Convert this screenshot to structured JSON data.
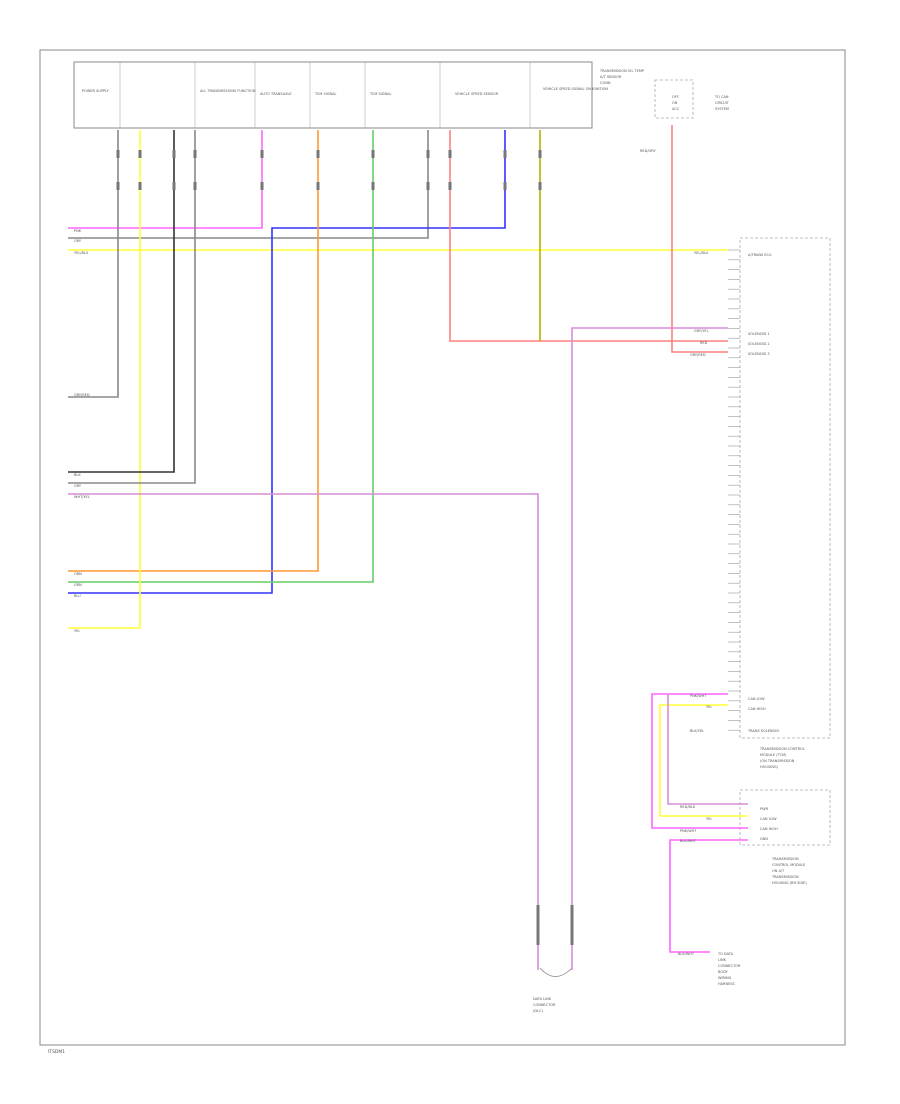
{
  "footer_code": "ITSDM1",
  "components": {
    "main_connector": {
      "sections": [
        "POWER SUPPLY",
        "",
        "ALL TRANSMISSIONS FUNCTION",
        "AUTO TRANSAXLE",
        "TCM SIGNAL",
        "TCM SIGNAL",
        "",
        "VEHICLE SPEED SENSOR",
        "VEHICLE SPEED SIGNAL ON IGNITION"
      ]
    },
    "top_right_box": {
      "title": "TRANSMISSION OIL TEMP",
      "lines": [
        "A/T SENSOR",
        "CONN"
      ]
    },
    "relay_labels": [
      "OFF",
      "ON",
      "ACC"
    ],
    "relay_side": [
      "TO CAN",
      "CIRCUIT",
      "SYSTEM"
    ],
    "tcm_title": "A/TRANS ECU",
    "tcm_pins_lower": [
      "CAN LOW",
      "CAN HIGH",
      "",
      "TRANS SOLENOID"
    ],
    "tcm_pins_mid": [
      "SOLENOID 1",
      "SOLENOID 2",
      "SOLENOID 3"
    ],
    "tcm_caption": [
      "TRANSMISSION CONTROL",
      "MODULE (TCM)",
      "(ON TRANSMISSION",
      "HOUSING)"
    ],
    "module2_pins": [
      "PWR",
      "CAN LOW",
      "CAN HIGH",
      "GND"
    ],
    "module2_caption": [
      "TRANSMISSION",
      "CONTROL MODULE",
      "ON A/T",
      "TRANSMISSION",
      "HOUSING (RH SIDE)"
    ],
    "lower_caption": [
      "DATA LINK",
      "CONNECTOR",
      "(DLC)"
    ],
    "right_caption": [
      "TO DATA",
      "LINK",
      "CONNECTOR",
      "BODY",
      "WIRING",
      "HARNESS"
    ]
  },
  "wire_labels": {
    "left_top": [
      "PNK",
      "GRY",
      "YEL/BLU"
    ],
    "left_mid": [
      "GRY/RED"
    ],
    "left_low": [
      "BLK",
      "GRY",
      "WHT/YEL"
    ],
    "left_bottom": [
      "ORN",
      "GRN",
      "BLU",
      "YEL"
    ],
    "right_top": [
      "YEL/BLU"
    ],
    "right_mid": [
      "GRY/YEL",
      "RED",
      "GRY/RED"
    ],
    "right_low": [
      "PNK/WHT",
      "YEL",
      "BLK/YEL"
    ],
    "module2": [
      "RED/BLK",
      "YEL",
      "PNK/WHT",
      "BLK/WHT"
    ],
    "bottom_right": [
      "BLK/WHT"
    ],
    "relay_wire": "RED/GRY"
  },
  "colors": {
    "red": "#ff8080",
    "pink": "#ff66ff",
    "yellow": "#ffff33",
    "blue": "#3333ff",
    "orange": "#ff9933",
    "green": "#66cc66",
    "gray": "#888888",
    "black": "#333333",
    "violet": "#d98cd9",
    "olive": "#b3b300"
  }
}
